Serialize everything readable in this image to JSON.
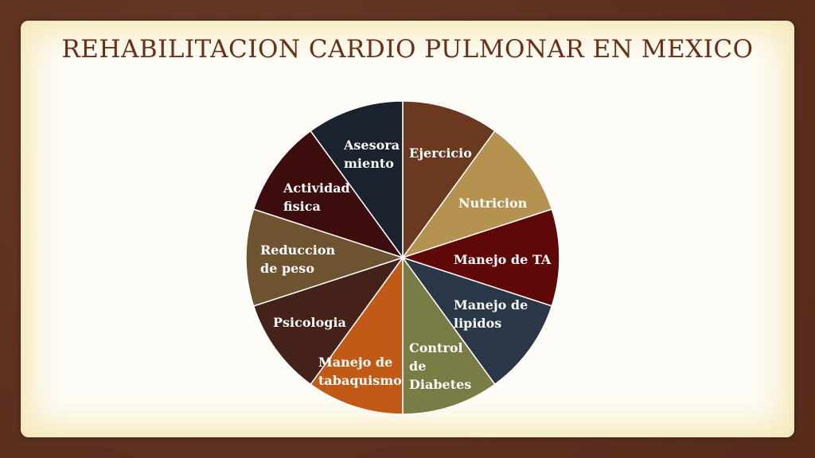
{
  "slide": {
    "title": "REHABILITACION CARDIO PULMONAR EN MEXICO"
  },
  "chart_data": {
    "type": "pie",
    "title": "",
    "start_angle_deg": 0,
    "direction": "clockwise",
    "slices": [
      {
        "label": "Ejercicio",
        "value": 1,
        "color": "#6b3820",
        "lines": [
          "Ejercicio"
        ]
      },
      {
        "label": "Nutricion",
        "value": 1,
        "color": "#b5924f",
        "lines": [
          "Nutricion"
        ]
      },
      {
        "label": "Manejo de TA",
        "value": 1,
        "color": "#5f0808",
        "lines": [
          "Manejo de TA"
        ]
      },
      {
        "label": "Manejo de lipidos",
        "value": 1,
        "color": "#2a3746",
        "lines": [
          "Manejo de",
          "lipidos"
        ]
      },
      {
        "label": "Control de Diabetes",
        "value": 1,
        "color": "#7a7c45",
        "lines": [
          "Control",
          "de",
          "Diabetes"
        ]
      },
      {
        "label": "Manejo de tabaquismo",
        "value": 1,
        "color": "#c25a17",
        "lines": [
          "Manejo de",
          "tabaquismo"
        ]
      },
      {
        "label": "Psicologia",
        "value": 1,
        "color": "#44221a",
        "lines": [
          "Psicologia"
        ]
      },
      {
        "label": "Reduccion de peso",
        "value": 1,
        "color": "#6e5330",
        "lines": [
          "Reduccion",
          "de peso"
        ]
      },
      {
        "label": "Actividad fisica",
        "value": 1,
        "color": "#3d0c0c",
        "lines": [
          "Actividad",
          "fisica"
        ]
      },
      {
        "label": "Asesoramiento",
        "value": 1,
        "color": "#1a222d",
        "lines": [
          "Asesora",
          "miento"
        ]
      }
    ]
  }
}
